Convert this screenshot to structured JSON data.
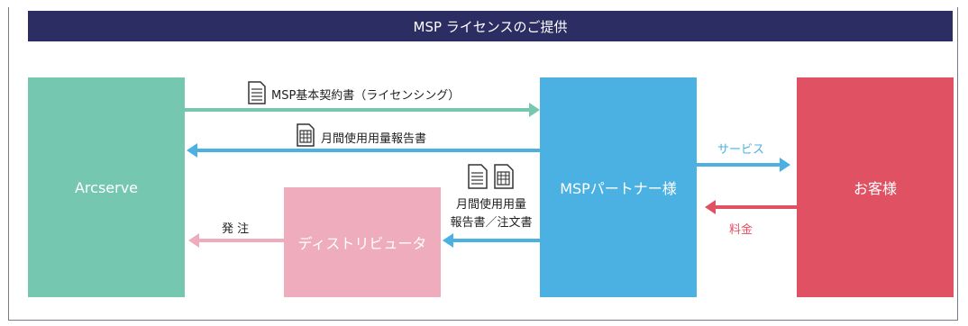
{
  "title": "MSP ライセンスのご提供",
  "colors": {
    "header_bg": "#2b2d63",
    "arcserve": "#75c7b0",
    "distributor": "#eeacbd",
    "partner": "#4ab1e2",
    "customer": "#e05163",
    "arrow_green": "#75c7b0",
    "arrow_blue": "#4ab1e2",
    "arrow_pink": "#eeacbd",
    "arrow_red": "#e05163"
  },
  "nodes": {
    "arcserve": "Arcserve",
    "distributor": "ディストリビュータ",
    "partner": "MSPパートナー様",
    "customer": "お客様"
  },
  "edges": {
    "license_contract": "MSP基本契約書（ライセンシング）",
    "monthly_report": "月間使用用量報告書",
    "report_order_line1": "月間使用用量",
    "report_order_line2": "報告書／注文書",
    "order": "発 注",
    "service": "サービス",
    "fee": "料金"
  },
  "icons": {
    "document": "document-icon",
    "table_document": "spreadsheet-document-icon"
  }
}
